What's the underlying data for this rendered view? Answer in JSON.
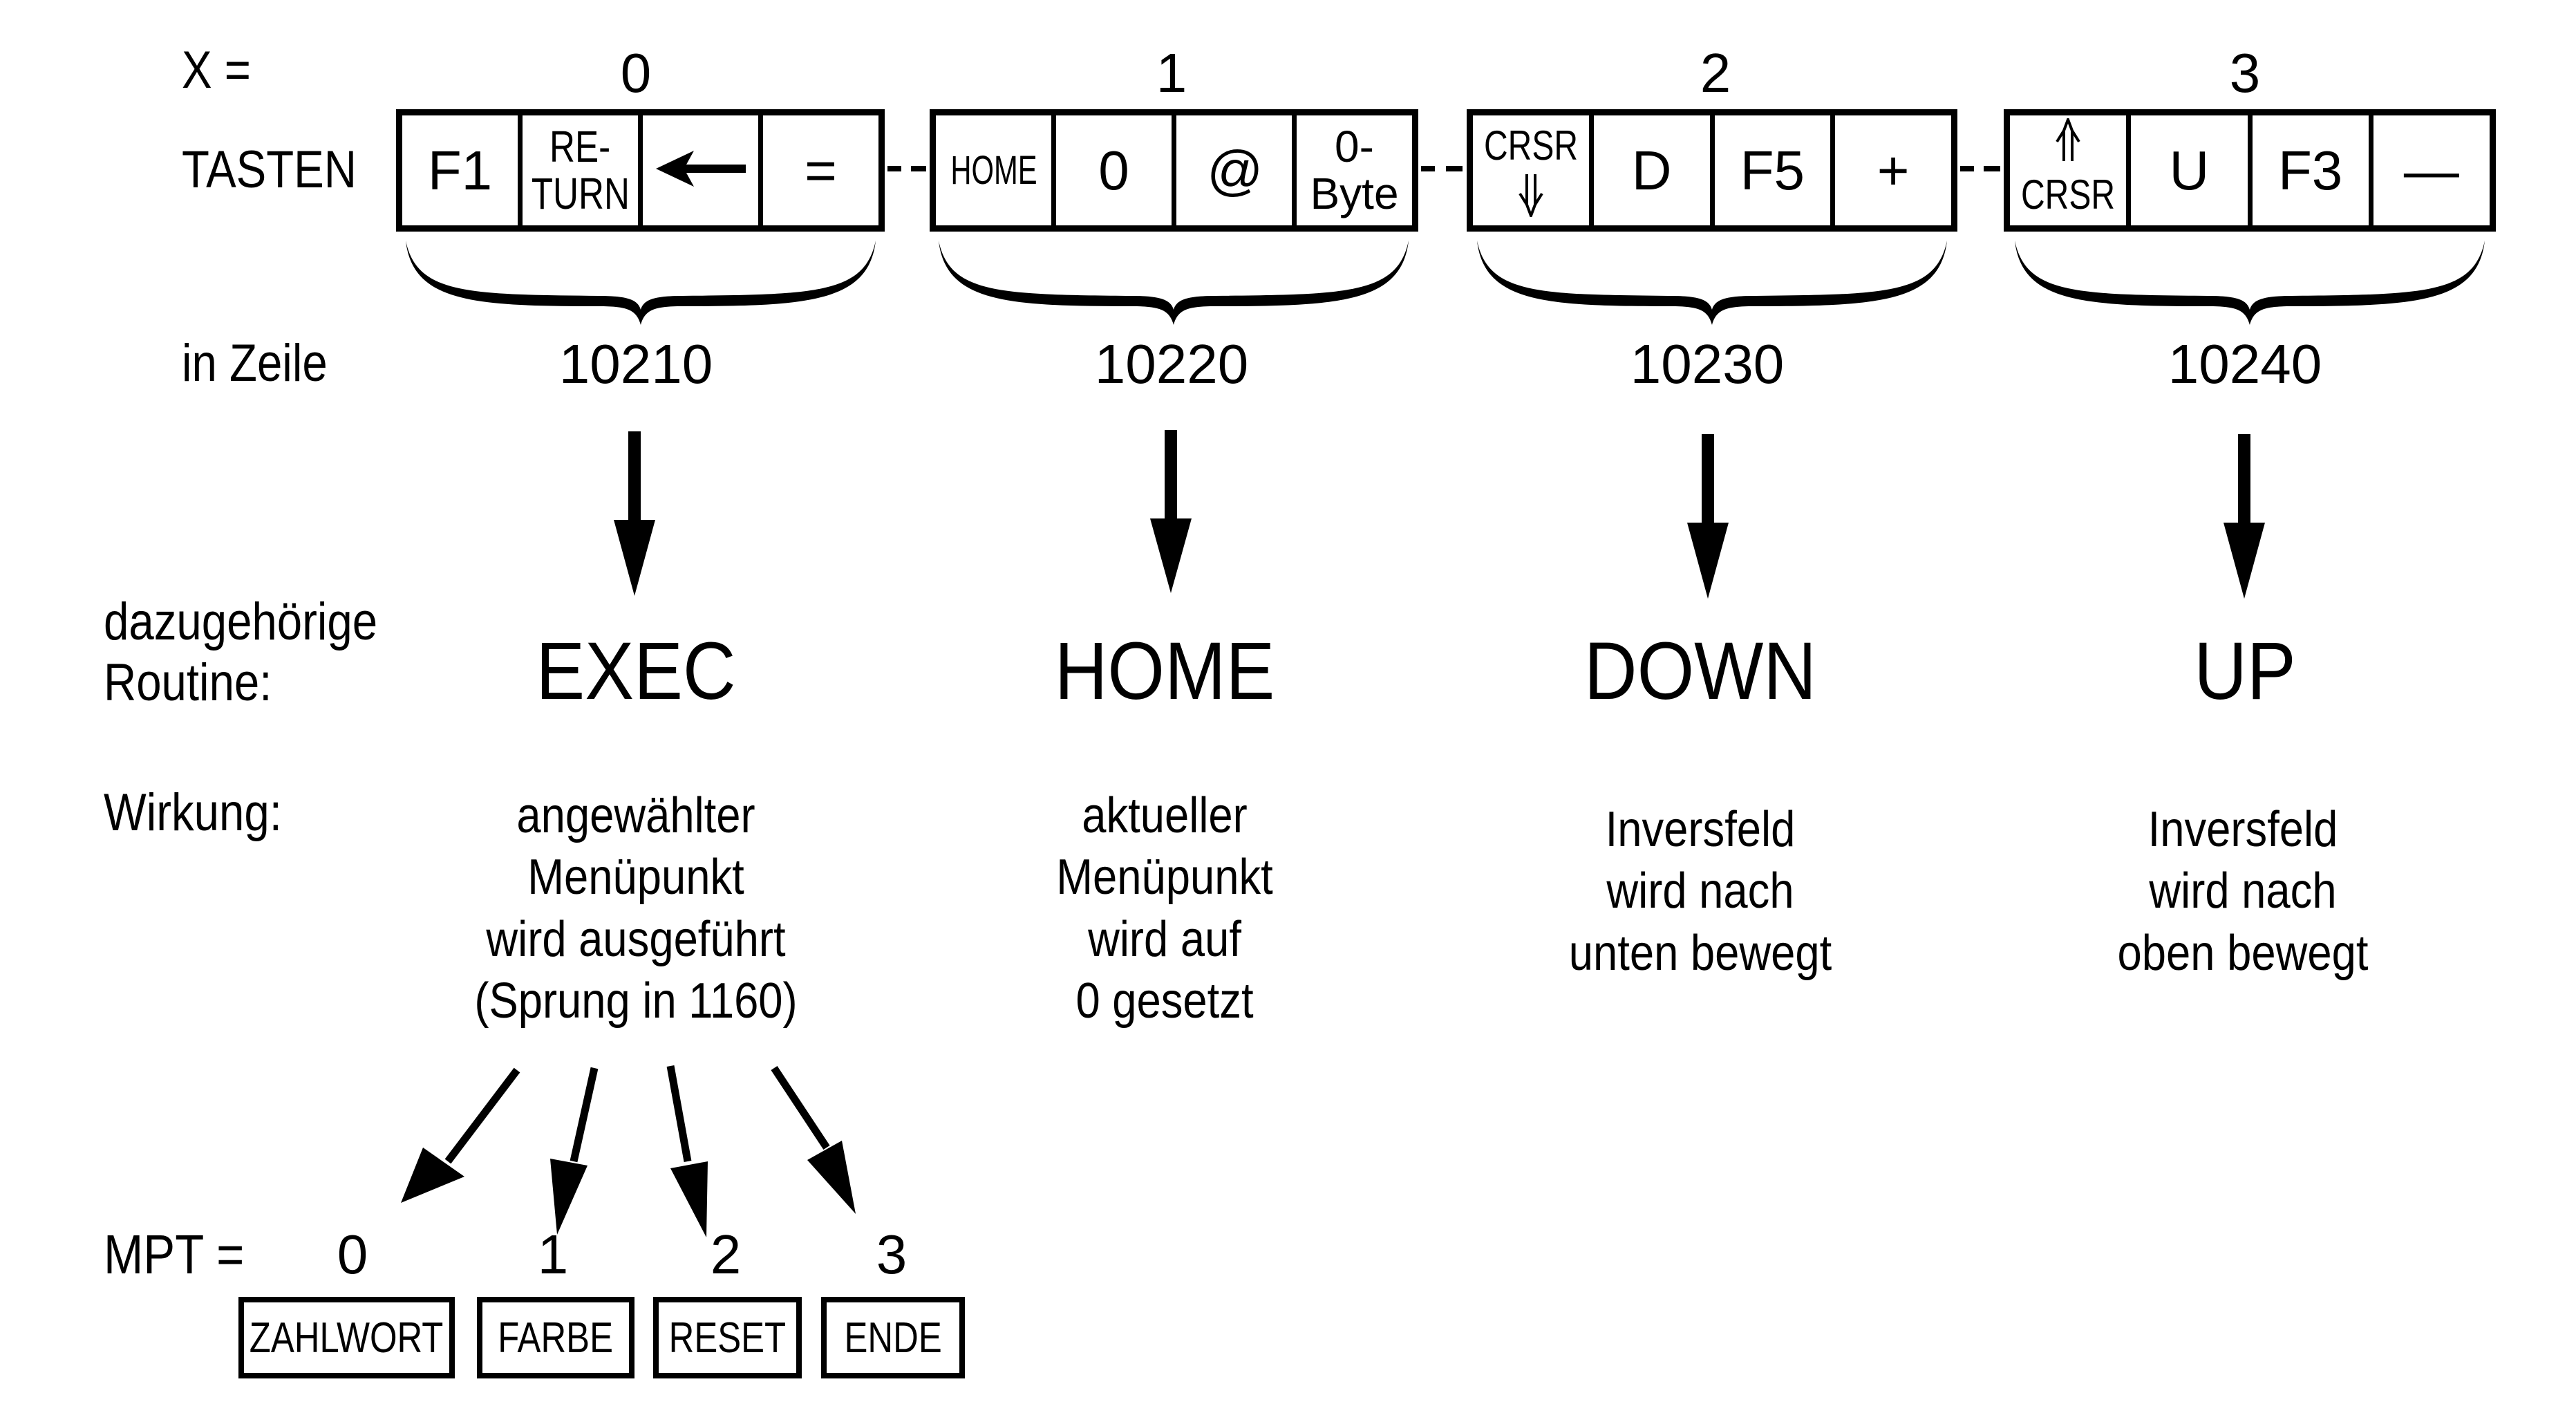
{
  "labels": {
    "x_label": "X =",
    "keys_label": "TASTEN",
    "line_label": "in Zeile",
    "routine_label_line1": "dazugehörige",
    "routine_label_line2": "Routine:",
    "effect_label": "Wirkung:",
    "mpt_label": "MPT ="
  },
  "groups": [
    {
      "x": "0",
      "keys": [
        {
          "lines": [
            "F1"
          ]
        },
        {
          "lines": [
            "RE-",
            "TURN"
          ]
        },
        {
          "lines": [
            "←"
          ],
          "icon": "left-arrow-icon"
        },
        {
          "lines": [
            "="
          ]
        }
      ],
      "line": "10210",
      "routine": "EXEC",
      "effect": [
        "angewählter",
        "Menüpunkt",
        "wird ausgeführt",
        "(Sprung in 1160)"
      ]
    },
    {
      "x": "1",
      "keys": [
        {
          "lines": [
            "HOME"
          ]
        },
        {
          "lines": [
            "0"
          ]
        },
        {
          "lines": [
            "@"
          ]
        },
        {
          "lines": [
            "0-",
            "Byte"
          ]
        }
      ],
      "line": "10220",
      "routine": "HOME",
      "effect": [
        "aktueller",
        "Menüpunkt",
        "wird auf",
        "0 gesetzt"
      ]
    },
    {
      "x": "2",
      "keys": [
        {
          "lines": [
            "CRSR",
            "⇩"
          ],
          "icon": "cursor-down-icon"
        },
        {
          "lines": [
            "D"
          ]
        },
        {
          "lines": [
            "F5"
          ]
        },
        {
          "lines": [
            "+"
          ]
        }
      ],
      "line": "10230",
      "routine": "DOWN",
      "effect": [
        "Inversfeld",
        "wird nach",
        "unten bewegt"
      ]
    },
    {
      "x": "3",
      "keys": [
        {
          "lines": [
            "⇧",
            "CRSR"
          ],
          "icon": "cursor-up-icon"
        },
        {
          "lines": [
            "U"
          ]
        },
        {
          "lines": [
            "F3"
          ]
        },
        {
          "lines": [
            "—"
          ]
        }
      ],
      "line": "10240",
      "routine": "UP",
      "effect": [
        "Inversfeld",
        "wird nach",
        "oben bewegt"
      ]
    }
  ],
  "menu_points": [
    {
      "mpt": "0",
      "label": "ZAHLWORT"
    },
    {
      "mpt": "1",
      "label": "FARBE"
    },
    {
      "mpt": "2",
      "label": "RESET"
    },
    {
      "mpt": "3",
      "label": "ENDE"
    }
  ]
}
